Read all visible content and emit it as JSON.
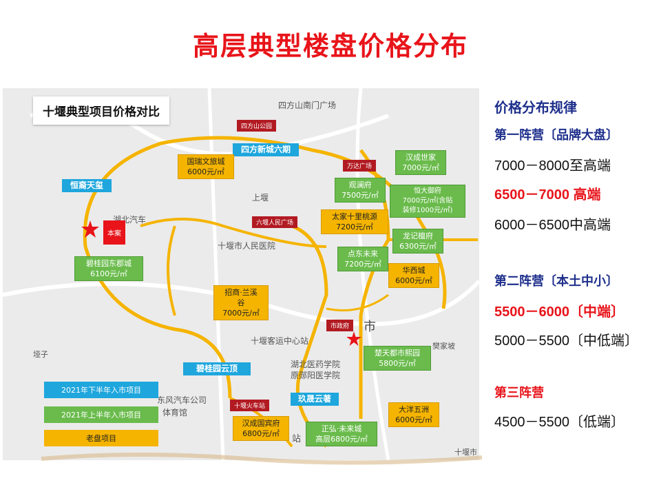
{
  "page_title": "高层典型楼盘价格分布",
  "map": {
    "title": "十堰典型项目价格对比",
    "places": {
      "sifangshan_square": "四方山南门广场",
      "renmin_hospital": "十堰市人民医院",
      "bus_station": "十堰客运中心站",
      "pharma_college": "湖北医药学院",
      "pharma_college2": "原郧阳医学院",
      "dongfeng_gym": "东风汽车公司",
      "dongfeng_gym2": "体育馆",
      "shi": "市",
      "fanjiapo": "樊家坡",
      "yazi": "垭子",
      "zhan": "站",
      "hubei_car": "湖北汽车",
      "shiyan_city": "十堰市",
      "shangshan": "上堰"
    },
    "pois": {
      "sifangshan_park": "四方山公园",
      "wanda": "万达广场",
      "liuyan_square": "六堰人民广场",
      "city_gov": "市政府",
      "train_station": "十堰火车站",
      "benan": "本案"
    },
    "projects": {
      "hengshang": "恒裔天玺",
      "sifang_xincheng": "四方新城六期",
      "guorui": "国瑞文旅城\n6000元/㎡",
      "hancheng_shijia": "汉成世家\n7000元/㎡",
      "guanlanfu": "观澜府\n7500元/㎡",
      "hengda_yufu": "恒大御府\n7000元/㎡(含贴\n装修1000元/㎡)",
      "taijia": "太家十里桃源\n7200元/㎡",
      "longji": "龙记檀府\n6300元/㎡",
      "dianweilaifu": "点东未来\n7200元/㎡",
      "huaxicheng": "华西城\n6000元/㎡",
      "bgy_dongjun": "碧桂园东郡城\n6100元/㎡",
      "zhaoshang": "招商·兰溪\n谷\n7000元/㎡",
      "chutian": "楚天都市熙园\n5800元/㎡",
      "bgy_yunding": "碧桂园云顶",
      "jinghao": "玖晟云著",
      "hancheng_guobin": "汉成国宾府\n6800元/㎡",
      "zhenghong": "正弘·未来城\n高层6800元/㎡",
      "dayang": "大洋五洲\n6000元/㎡"
    },
    "legend": {
      "blue": "2021年下半年入市项目",
      "green": "2021年上半年入市项目",
      "orange": "老盘项目"
    },
    "colors": {
      "blue": "#1ea6dd",
      "green": "#6abb4c",
      "orange": "#f5b400",
      "road": "#f5b400",
      "poi": "#b21a22"
    }
  },
  "rules": {
    "heading": "价格分布规律",
    "camp1": "第一阵营〔品牌大盘〕",
    "c1_l1": "7000－8000至高端",
    "c1_l2": "6500－7000 高端",
    "c1_l3": "6000－6500中高端",
    "camp2": "第二阵营〔本土中小〕",
    "c2_l1": "5500－6000〔中端〕",
    "c2_l2": "5000－5500〔中低端〕",
    "camp3": "第三阵营",
    "c3_l1": "4500－5500〔低端〕"
  }
}
